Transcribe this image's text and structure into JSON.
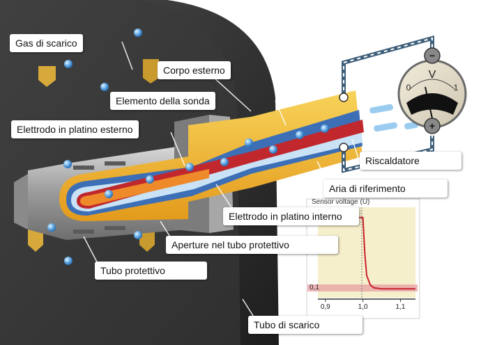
{
  "labels": {
    "exhaust_gas": "Gas di scarico",
    "outer_body": "Corpo esterno",
    "probe_element": "Elemento della sonda",
    "outer_platinum_electrode": "Elettrodo in platino esterno",
    "heater": "Riscaldatore",
    "reference_air": "Aria di riferimento",
    "inner_platinum_electrode": "Elettrodo in platino interno",
    "protective_tube_openings": "Aperture nel tubo protettivo",
    "protective_tube": "Tubo protettivo",
    "exhaust_pipe": "Tubo di scarico"
  },
  "voltmeter": {
    "unit": "V",
    "scale_min": "0",
    "scale_max": "1",
    "minus": "−",
    "plus": "+"
  },
  "colors": {
    "housing_dark": "#2d2d2d",
    "outer_body_yellow": "#f2b92e",
    "probe_blue": "#3d6fb6",
    "heater_red": "#c0282d",
    "reference_air_light": "#c9e2f5",
    "curve_red": "#c8202a",
    "chart_bg": "#f6efcc"
  },
  "chart_data": {
    "type": "line",
    "ylabel": "Sensor voltage (U)",
    "x_ticks": [
      "0,9",
      "1,0",
      "1,1"
    ],
    "y_ticks": [
      "0,1"
    ],
    "xlim": [
      0.88,
      1.14
    ],
    "ylim": [
      0,
      1
    ],
    "series": [
      {
        "x": [
          0.88,
          0.95,
          1.0,
          1.005,
          1.01,
          1.02,
          1.03,
          1.05,
          1.14
        ],
        "y": [
          0.9,
          0.9,
          0.9,
          0.5,
          0.25,
          0.14,
          0.11,
          0.1,
          0.1
        ]
      }
    ],
    "reference_line_y": 0.1,
    "grid": false
  }
}
